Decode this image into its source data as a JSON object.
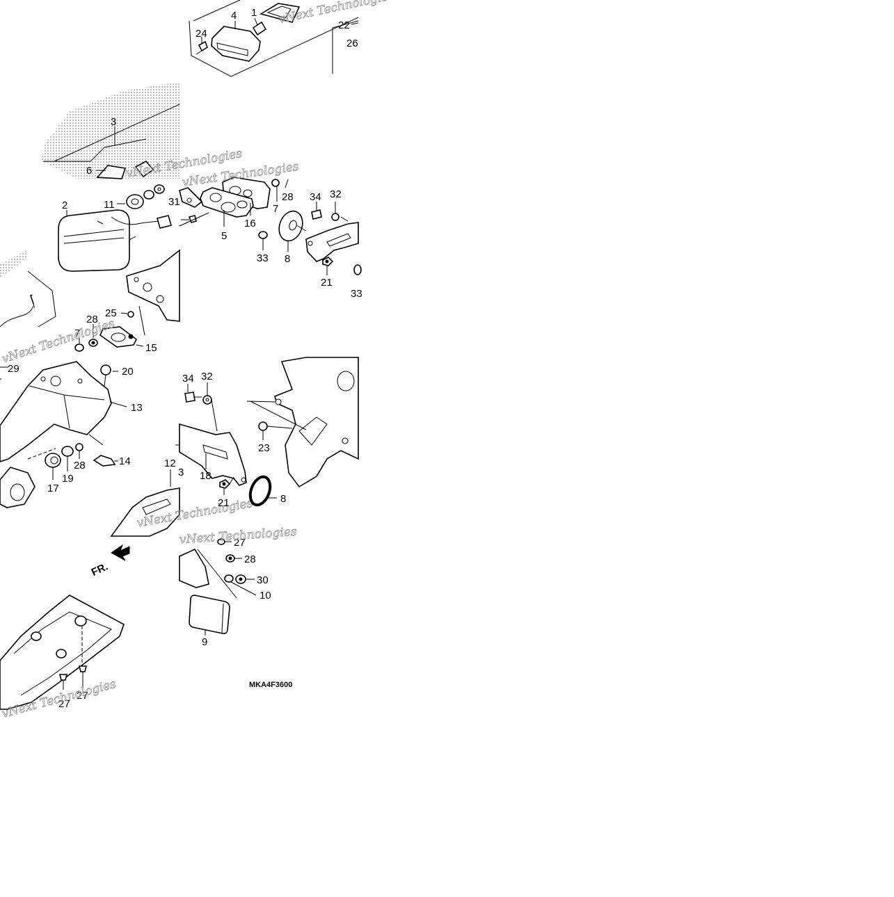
{
  "diagram": {
    "code": "MKA4F3600",
    "direction_label": "FR.",
    "watermarks": [
      "vNext Technologies",
      "vNext Technologies",
      "vNext Technologies",
      "vNext Technologies",
      "vNext Technologies"
    ],
    "callouts": [
      {
        "id": "c-top-4",
        "text": "4"
      },
      {
        "id": "c-top-1",
        "text": "1"
      },
      {
        "id": "c-top-24",
        "text": "24"
      },
      {
        "id": "c-top-22",
        "text": "22"
      },
      {
        "id": "c-top-26",
        "text": "26"
      },
      {
        "id": "c-3",
        "text": "3"
      },
      {
        "id": "c-6",
        "text": "6"
      },
      {
        "id": "c-2",
        "text": "2"
      },
      {
        "id": "c-11",
        "text": "11"
      },
      {
        "id": "c-31",
        "text": "31"
      },
      {
        "id": "c-25",
        "text": "25"
      },
      {
        "id": "c-28a",
        "text": "28"
      },
      {
        "id": "c-7a",
        "text": "7"
      },
      {
        "id": "c-15",
        "text": "15"
      },
      {
        "id": "c-7b",
        "text": "7"
      },
      {
        "id": "c-28b",
        "text": "28"
      },
      {
        "id": "c-34a",
        "text": "34"
      },
      {
        "id": "c-32a",
        "text": "32"
      },
      {
        "id": "c-5",
        "text": "5"
      },
      {
        "id": "c-16",
        "text": "16"
      },
      {
        "id": "c-33a",
        "text": "33"
      },
      {
        "id": "c-8a",
        "text": "8"
      },
      {
        "id": "c-21a",
        "text": "21"
      },
      {
        "id": "c-33b",
        "text": "33"
      },
      {
        "id": "c-29",
        "text": "29"
      },
      {
        "id": "c-20",
        "text": "20"
      },
      {
        "id": "c-13",
        "text": "13"
      },
      {
        "id": "c-14",
        "text": "14"
      },
      {
        "id": "c-28c",
        "text": "28"
      },
      {
        "id": "c-19",
        "text": "19"
      },
      {
        "id": "c-17",
        "text": "17"
      },
      {
        "id": "c-12",
        "text": "12"
      },
      {
        "id": "c-3b",
        "text": "3"
      },
      {
        "id": "c-34b",
        "text": "34"
      },
      {
        "id": "c-32b",
        "text": "32"
      },
      {
        "id": "c-23",
        "text": "23"
      },
      {
        "id": "c-18",
        "text": "18"
      },
      {
        "id": "c-21b",
        "text": "21"
      },
      {
        "id": "c-8b",
        "text": "8"
      },
      {
        "id": "c-27a",
        "text": "27"
      },
      {
        "id": "c-28d",
        "text": "28"
      },
      {
        "id": "c-30",
        "text": "30"
      },
      {
        "id": "c-10",
        "text": "10"
      },
      {
        "id": "c-9",
        "text": "9"
      },
      {
        "id": "c-27b",
        "text": "27"
      },
      {
        "id": "c-27c",
        "text": "27"
      }
    ]
  }
}
